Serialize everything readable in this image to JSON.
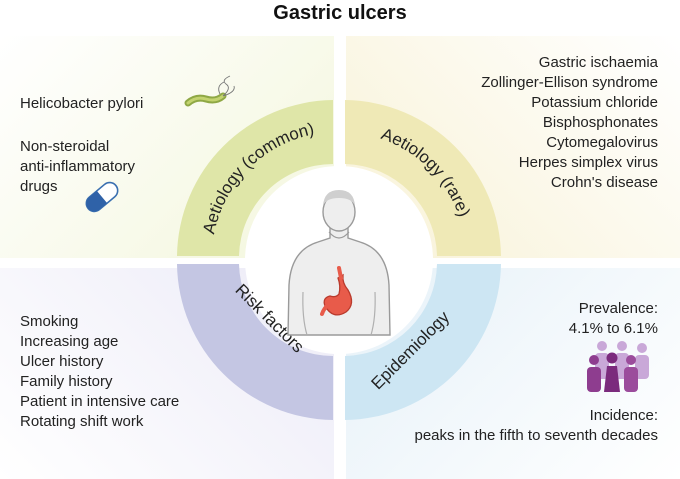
{
  "title": "Gastric ulcers",
  "quadrants": {
    "top_left": {
      "label": "Aetiology (common)",
      "color": "#dfe6a8",
      "items": [
        "Helicobacter pylori",
        "Non-steroidal anti-inflammatory drugs"
      ],
      "item_lines": [
        "Non-steroidal",
        "anti-inflammatory",
        "drugs"
      ],
      "icons": [
        "bacteria-icon",
        "capsule-icon"
      ]
    },
    "top_right": {
      "label": "Aetiology (rare)",
      "color": "#efe9b6",
      "items": [
        "Gastric ischaemia",
        "Zollinger-Ellison syndrome",
        "Potassium chloride",
        "Bisphosphonates",
        "Cytomegalovirus",
        "Herpes simplex virus",
        "Crohn's disease"
      ]
    },
    "bottom_left": {
      "label": "Risk factors",
      "color": "#c4c6e3",
      "items": [
        "Smoking",
        "Increasing age",
        "Ulcer history",
        "Family history",
        "Patient in intensive care",
        "Rotating shift work"
      ]
    },
    "bottom_right": {
      "label": "Epidemiology",
      "color": "#cde6f3",
      "prevalence_label": "Prevalence:",
      "prevalence_value": "4.1% to 6.1%",
      "incidence_label": "Incidence:",
      "incidence_value": "peaks in the fifth to seventh decades",
      "icons": [
        "people-group-icon"
      ]
    }
  },
  "center": {
    "icons": [
      "human-torso-icon",
      "stomach-icon"
    ],
    "skin_color": "#eeeeee",
    "outline_color": "#9a9a9a",
    "stomach_color": "#e85b4a"
  }
}
